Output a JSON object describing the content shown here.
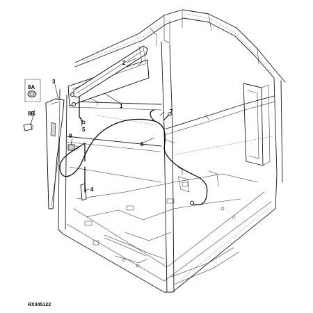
{
  "figure_code": "RX345122",
  "callouts": {
    "c1": "1",
    "c2": "2",
    "c3": "3",
    "c4": "4",
    "c5": "5",
    "c6": "6",
    "c7": "7",
    "c8a": "8A",
    "c8b": "8B",
    "c9": "9"
  }
}
